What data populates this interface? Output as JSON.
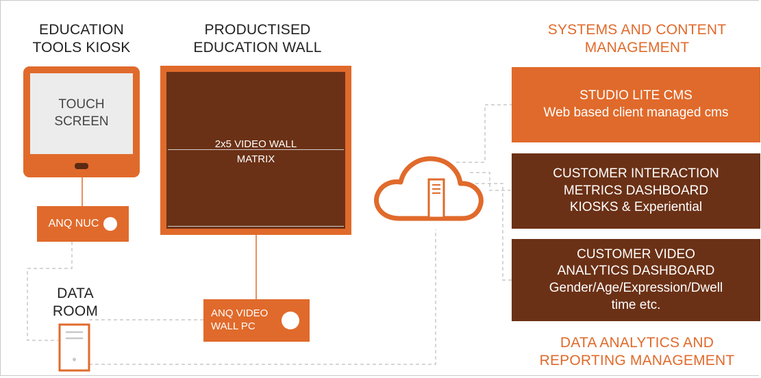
{
  "headers": {
    "kiosk_line1": "EDUCATION",
    "kiosk_line2": "TOOLS KIOSK",
    "wall_line1": "PRODUCTISED",
    "wall_line2": "EDUCATION WALL",
    "systems_line1": "SYSTEMS AND CONTENT",
    "systems_line2": "MANAGEMENT",
    "data_room_line1": "DATA",
    "data_room_line2": "ROOM",
    "analytics_line1": "DATA ANALYTICS AND",
    "analytics_line2": "REPORTING MANAGEMENT"
  },
  "touch_screen": {
    "line1": "TOUCH",
    "line2": "SCREEN"
  },
  "video_wall": {
    "line1": "2x5 VIDEO WALL",
    "line2": "MATRIX"
  },
  "nuc": {
    "label": "ANQ NUC"
  },
  "wall_pc": {
    "line1": "ANQ VIDEO",
    "line2": "WALL PC"
  },
  "boxes": {
    "studio": {
      "line1": "STUDIO LITE CMS",
      "line2": "Web based client managed cms"
    },
    "interaction": {
      "line1": "CUSTOMER INTERACTION",
      "line2": "METRICS DASHBOARD",
      "line3": "KIOSKS & Experiential"
    },
    "video_analytics": {
      "line1": "CUSTOMER VIDEO",
      "line2": "ANALYTICS DASHBOARD",
      "line3": "Gender/Age/Expression/Dwell",
      "line4": "time etc."
    }
  },
  "colors": {
    "orange": "#e06a2b",
    "brown": "#6b3116",
    "dashed": "#c8c8c8",
    "screen": "#ececec"
  },
  "icons": {
    "cloud": "cloud-icon",
    "server": "server-icon"
  }
}
